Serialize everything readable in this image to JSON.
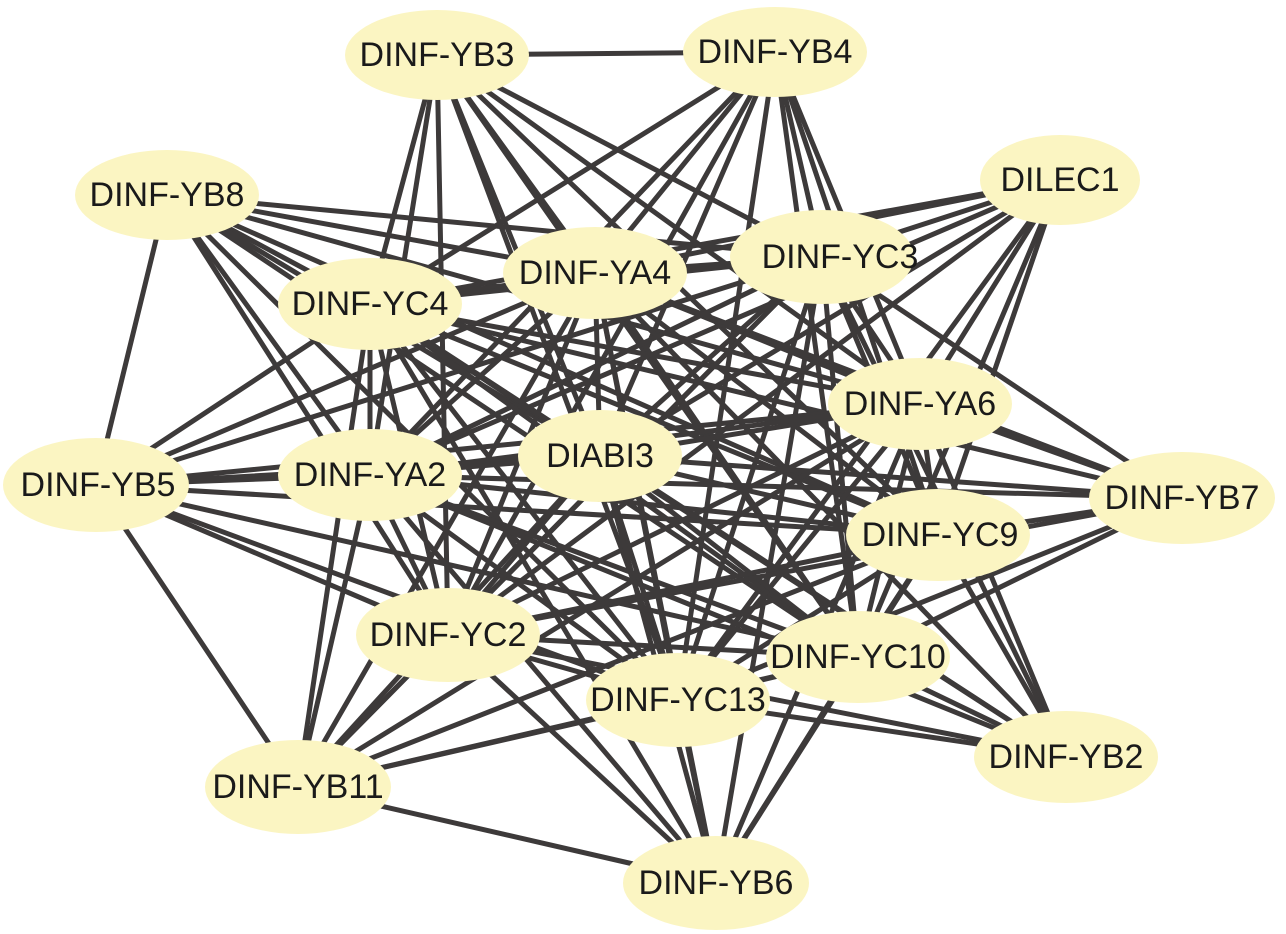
{
  "colors": {
    "edge": "#3d3a3a",
    "node_fill": "#fbf5c2",
    "label": "#1a1a1a",
    "background": "#ffffff"
  },
  "nodes": [
    {
      "id": "YB3",
      "label": "DINF-YB3"
    },
    {
      "id": "YB4",
      "label": "DINF-YB4"
    },
    {
      "id": "YB8",
      "label": "DINF-YB8"
    },
    {
      "id": "LEC1",
      "label": "DILEC1"
    },
    {
      "id": "YA4",
      "label": "DINF-YA4"
    },
    {
      "id": "YC3",
      "label": "DINF-YC3"
    },
    {
      "id": "YC4",
      "label": "DINF-YC4"
    },
    {
      "id": "YA6",
      "label": "DINF-YA6"
    },
    {
      "id": "ABI3",
      "label": "DIABI3"
    },
    {
      "id": "YB5",
      "label": "DINF-YB5"
    },
    {
      "id": "YA2",
      "label": "DINF-YA2"
    },
    {
      "id": "YB7",
      "label": "DINF-YB7"
    },
    {
      "id": "YC9",
      "label": "DINF-YC9"
    },
    {
      "id": "YC2",
      "label": "DINF-YC2"
    },
    {
      "id": "YC10",
      "label": "DINF-YC10"
    },
    {
      "id": "YC13",
      "label": "DINF-YC13"
    },
    {
      "id": "YB2",
      "label": "DINF-YB2"
    },
    {
      "id": "YB11",
      "label": "DINF-YB11"
    },
    {
      "id": "YB6",
      "label": "DINF-YB6"
    }
  ]
}
